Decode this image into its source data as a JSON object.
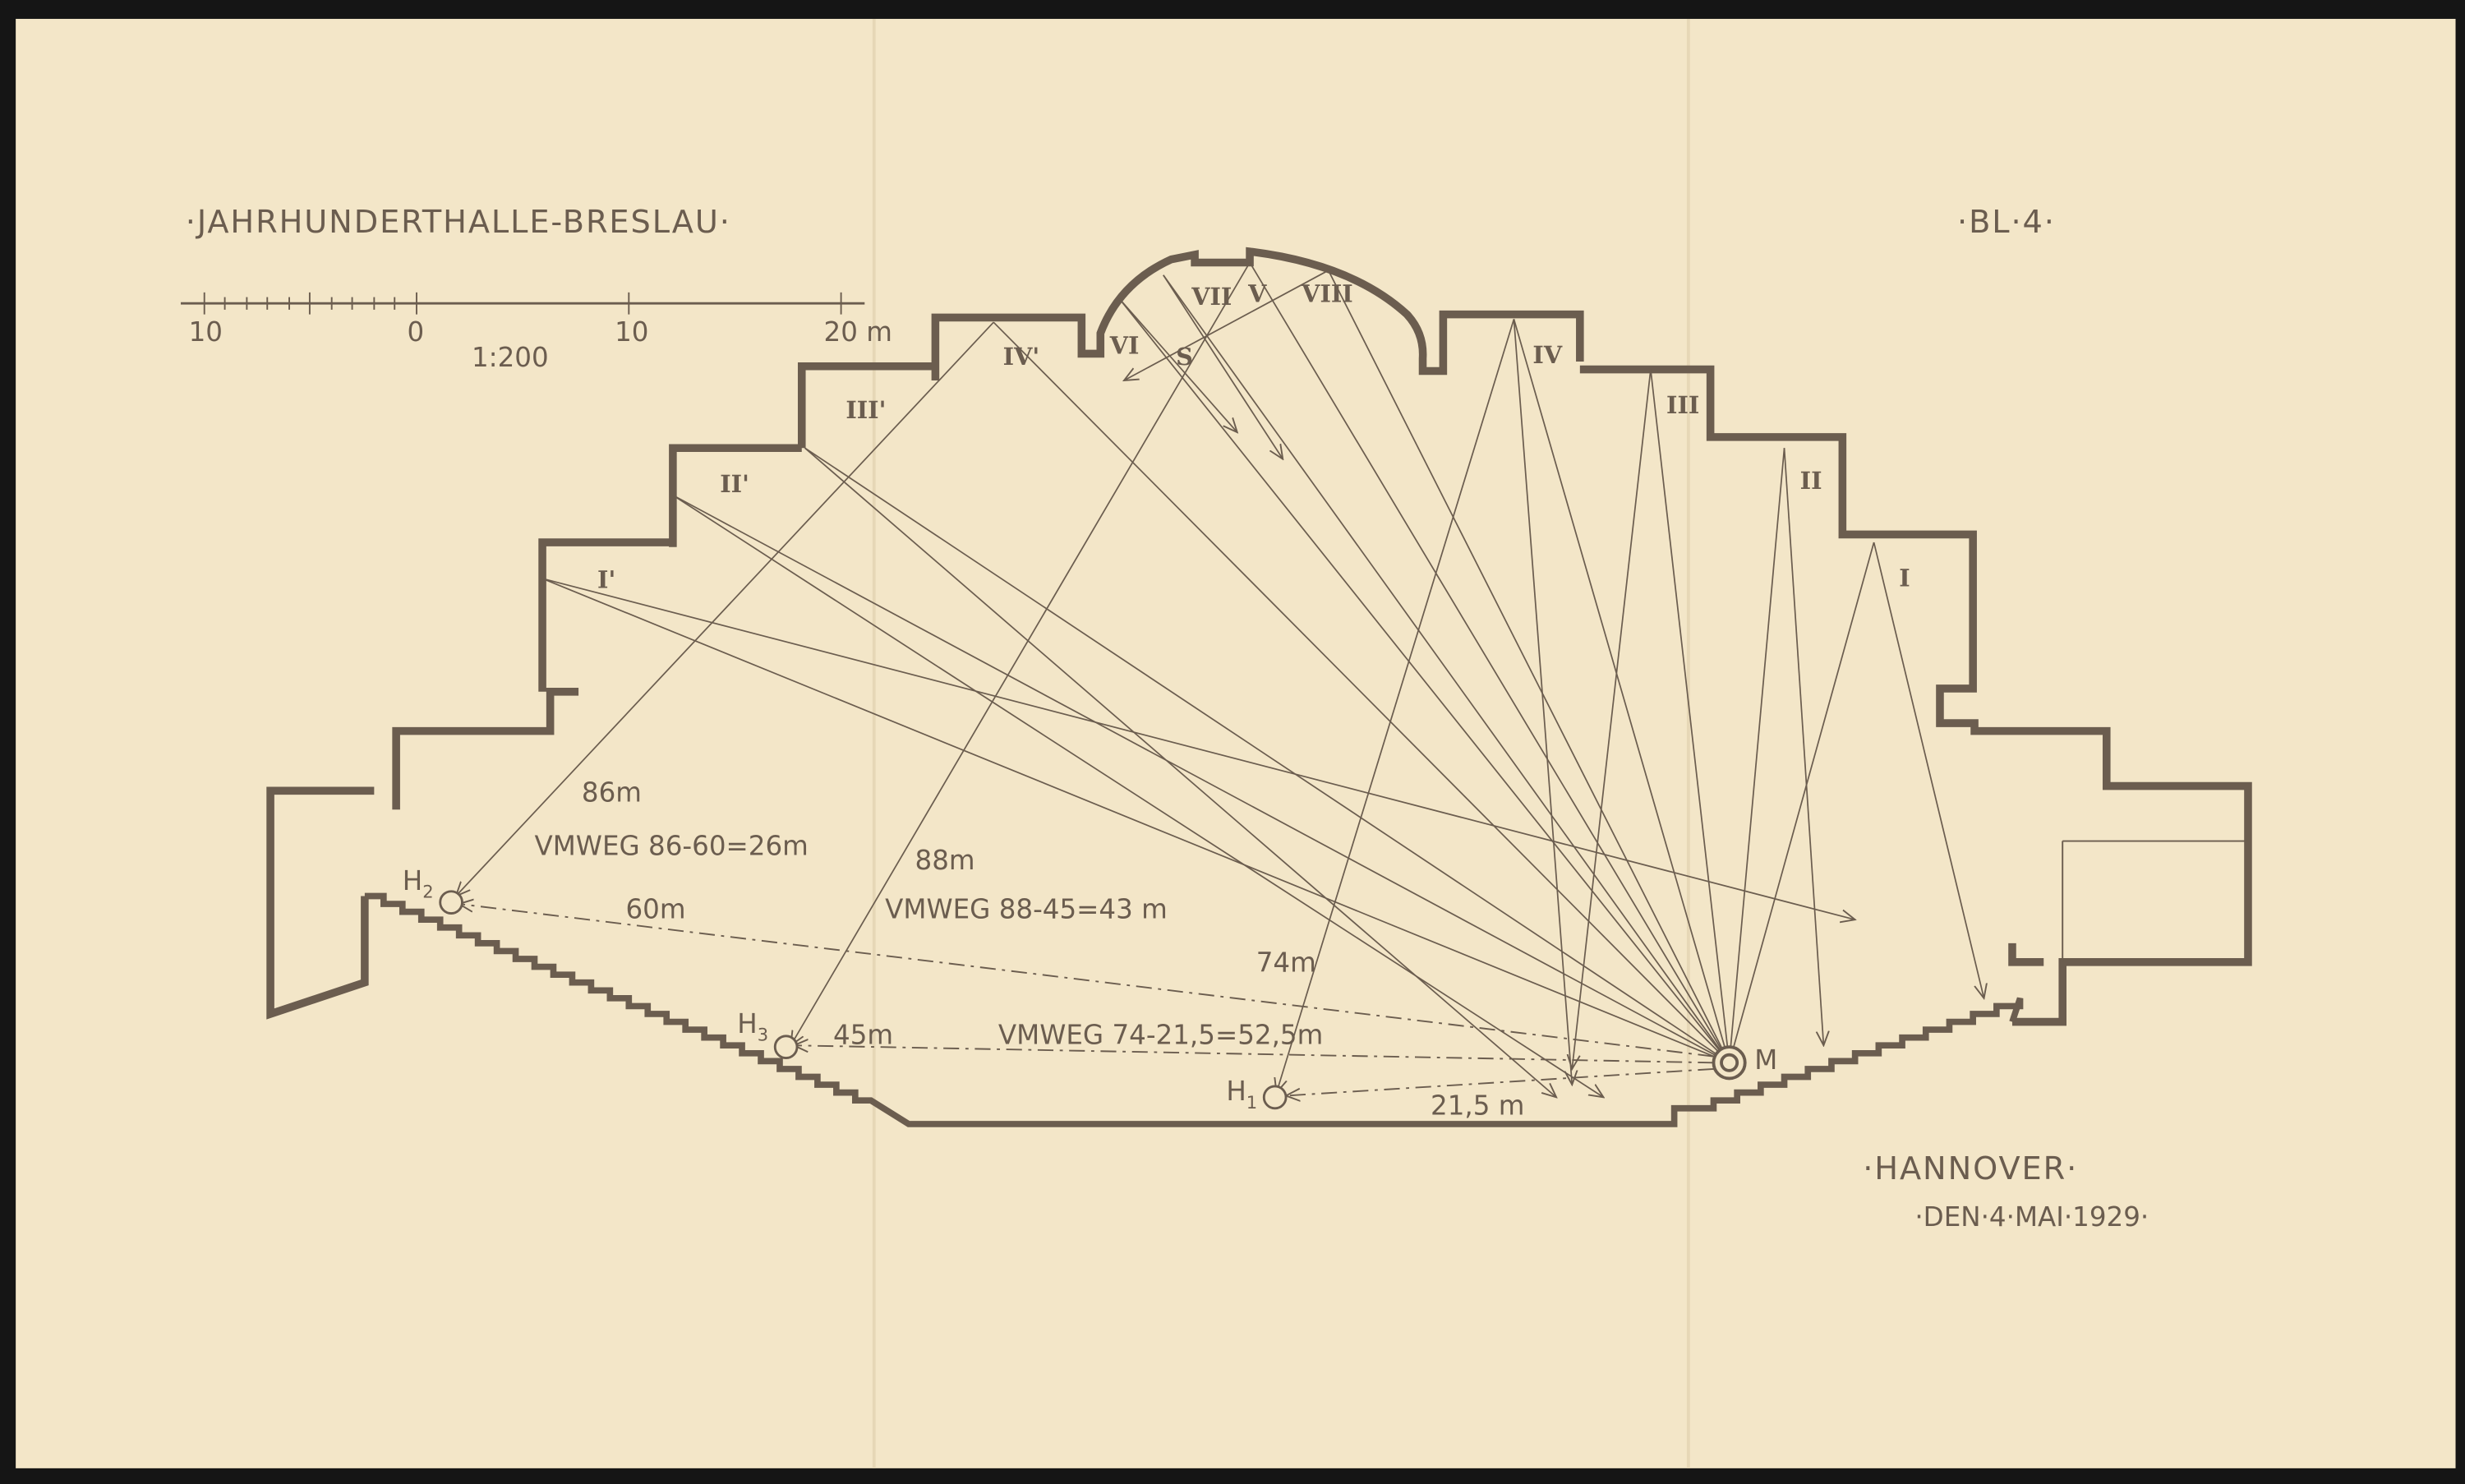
{
  "title": "·JAHRHUNDERTHALLE-BRESLAU·",
  "sheet_number": "·BL·4·",
  "scale_bar": {
    "ticks": [
      "10",
      "0",
      "10",
      "20 m"
    ],
    "ratio": "1:200"
  },
  "place": "·HANNOVER·",
  "date": "·DEN·4·MAI·1929·",
  "reflectors": [
    "I'",
    "II'",
    "III'",
    "IV'",
    "VI",
    "VII",
    "V",
    "VIII",
    "S",
    "IV",
    "III",
    "II",
    "I"
  ],
  "points": {
    "source": "M",
    "h1": "H",
    "h1_sub": "1",
    "h2": "H",
    "h2_sub": "2",
    "h3": "H",
    "h3_sub": "3"
  },
  "measurements": {
    "d86": "86m",
    "umweg1": "VMWEG 86-60=26m",
    "d60": "60m",
    "d88": "88m",
    "umweg2": "VMWEG 88-45=43 m",
    "d74": "74m",
    "d45": "45m",
    "umweg3": "VMWEG 74-21,5=52,5m",
    "d215": "21,5 m"
  },
  "colors": {
    "paper": "#f3e6c8",
    "ink": "#6b5d4f"
  }
}
